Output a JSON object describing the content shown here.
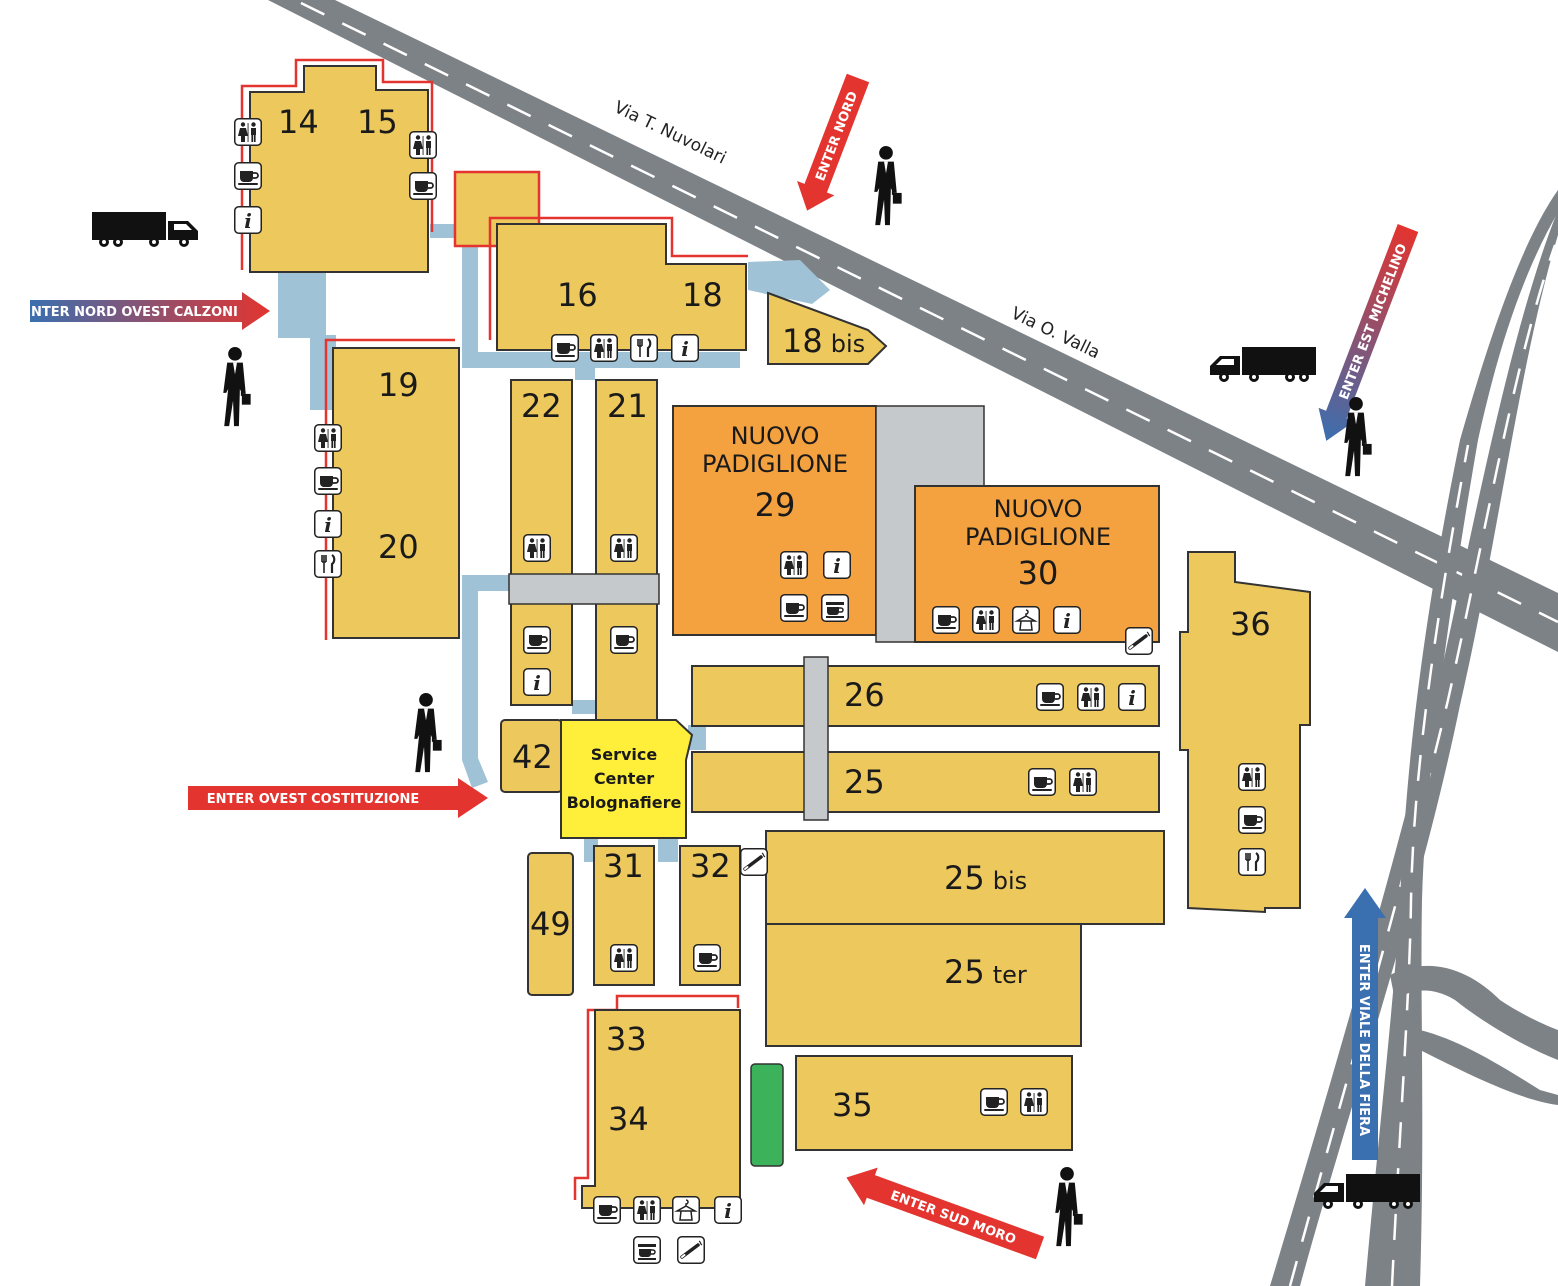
{
  "halls": [
    {
      "id": "h14",
      "label": "14"
    },
    {
      "id": "h15",
      "label": "15"
    },
    {
      "id": "h16",
      "label": "16"
    },
    {
      "id": "h18",
      "label": "18"
    },
    {
      "id": "h18bis",
      "label": "18",
      "suffix": "bis"
    },
    {
      "id": "h19",
      "label": "19"
    },
    {
      "id": "h20",
      "label": "20"
    },
    {
      "id": "h21",
      "label": "21"
    },
    {
      "id": "h22",
      "label": "22"
    },
    {
      "id": "h25",
      "label": "25"
    },
    {
      "id": "h25bis",
      "label": "25",
      "suffix": "bis"
    },
    {
      "id": "h25ter",
      "label": "25",
      "suffix": "ter"
    },
    {
      "id": "h26",
      "label": "26"
    },
    {
      "id": "h29",
      "line1": "NUOVO",
      "line2": "PADIGLIONE",
      "label": "29"
    },
    {
      "id": "h30",
      "line1": "NUOVO",
      "line2": "PADIGLIONE",
      "label": "30"
    },
    {
      "id": "h31",
      "label": "31"
    },
    {
      "id": "h32",
      "label": "32"
    },
    {
      "id": "h33",
      "label": "33"
    },
    {
      "id": "h34",
      "label": "34"
    },
    {
      "id": "h35",
      "label": "35"
    },
    {
      "id": "h36",
      "label": "36"
    },
    {
      "id": "h42",
      "label": "42"
    },
    {
      "id": "h49",
      "label": "49"
    }
  ],
  "service_center": {
    "line1": "Service",
    "line2": "Center",
    "line3": "Bolognafiere"
  },
  "roads": {
    "nuvolari": "Via T. Nuvolari",
    "valla": "Via O. Valla"
  },
  "entrances": {
    "nord": "ENTER NORD",
    "nord_ovest": "ENTER NORD OVEST CALZONI",
    "ovest": "ENTER OVEST COSTITUZIONE",
    "est": "ENTER EST MICHELINO",
    "sud": "ENTER SUD MORO",
    "fiera": "ENTER VIALE DELLA FIERA"
  },
  "colors": {
    "hall": "#edc95d",
    "new_pavilion": "#f4a140",
    "service_center": "#ffef3a",
    "corridor": "#9fc2d6",
    "road": "#7d8287",
    "entrance_red": "#e3342f",
    "entrance_blue": "#3a6fb0",
    "outline_red": "#e3342f",
    "green_area": "#3cb25a"
  },
  "icons": [
    "restroom-icon",
    "cafe-icon",
    "info-icon",
    "restaurant-icon",
    "smoking-icon",
    "cloakroom-icon",
    "truck-icon",
    "pedestrian-icon"
  ]
}
